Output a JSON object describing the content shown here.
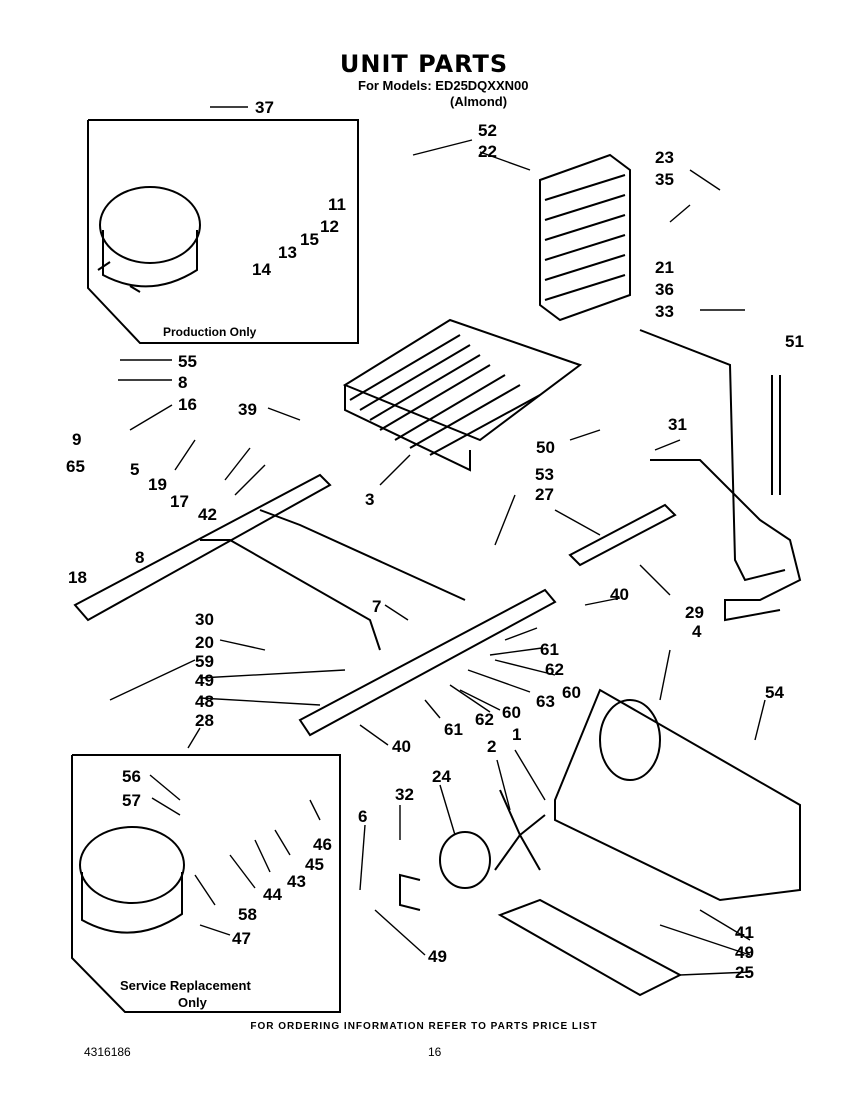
{
  "header": {
    "title": "UNIT PARTS",
    "models": "For Models: ED25DQXXN00",
    "color": "(Almond)"
  },
  "boxes": {
    "production": "Production Only",
    "service_line1": "Service Replacement",
    "service_line2": "Only"
  },
  "callouts": [
    "37",
    "11",
    "12",
    "13",
    "14",
    "15",
    "52",
    "22",
    "23",
    "35",
    "21",
    "36",
    "33",
    "51",
    "55",
    "8",
    "9",
    "16",
    "39",
    "3",
    "19",
    "17",
    "42",
    "65",
    "5",
    "18",
    "8",
    "50",
    "31",
    "53",
    "27",
    "29",
    "7",
    "40",
    "61",
    "62",
    "60",
    "63",
    "30",
    "20",
    "59",
    "49",
    "48",
    "62",
    "60",
    "61",
    "40",
    "4",
    "54",
    "28",
    "56",
    "57",
    "46",
    "45",
    "43",
    "44",
    "58",
    "47",
    "6",
    "32",
    "24",
    "2",
    "1",
    "41",
    "49",
    "25",
    "49"
  ],
  "footer": {
    "ordering_note": "FOR ORDERING INFORMATION REFER TO PARTS PRICE LIST",
    "doc_number": "4316186",
    "page_number": "16"
  }
}
